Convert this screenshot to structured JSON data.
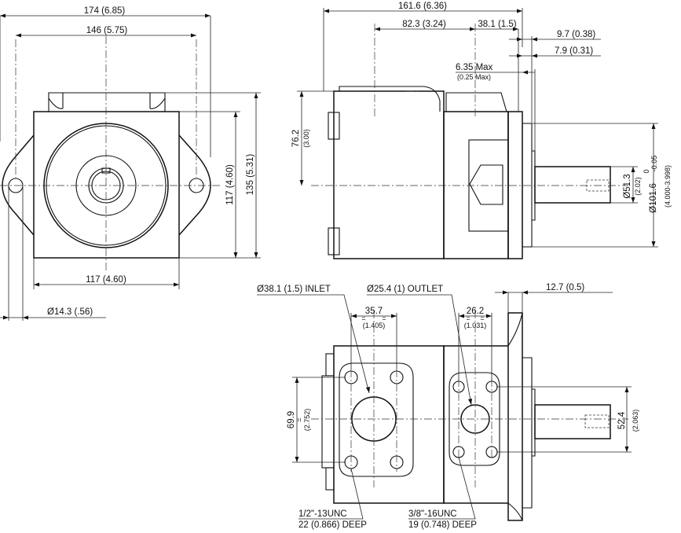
{
  "front_view": {
    "width_overall": "174 (6.85)",
    "bolt_spacing": "146 (5.75)",
    "body_height": "117 (4.60)",
    "overall_height": "135 (5.31)",
    "body_width": "117 (4.60)",
    "mount_hole": "Ø14.3 (.56)"
  },
  "side_view": {
    "overall_length": "161.6 (6.36)",
    "length_a": "82.3 (3.24)",
    "length_b": "38.1 (1.5)",
    "flange_a": "9.7 (0.38)",
    "flange_b": "7.9 (0.31)",
    "pilot_max": "6.35 Max",
    "pilot_max_in": "(0.25 Max)",
    "center_height": "76.2",
    "center_height_in": "(3.00)",
    "shaft_dia": "Ø51.3",
    "shaft_dia_in": "(2.02)",
    "pilot_dia": "Ø101.6",
    "pilot_tol_upper": "0",
    "pilot_tol_lower": "-0.05",
    "pilot_dia_in": "(4.000-3.998)"
  },
  "bottom_view": {
    "inlet": "Ø38.1 (1.5) INLET",
    "outlet": "Ø25.4 (1) OUTLET",
    "inlet_spacing": "35.7",
    "inlet_spacing_in": "(1.405)",
    "outlet_spacing": "26.2",
    "outlet_spacing_in": "(1.031)",
    "flange_thickness": "12.7 (0.5)",
    "inlet_bolt_spacing": "69.9",
    "inlet_bolt_spacing_in": "(2.752)",
    "outlet_bolt_spacing": "52.4",
    "outlet_bolt_spacing_in": "(2.063)",
    "inlet_thread": "1/2\"-13UNC",
    "inlet_thread_depth": "22 (0.866) DEEP",
    "outlet_thread": "3/8\"-16UNC",
    "outlet_thread_depth": "19 (0.748) DEEP",
    "equal_mark": "="
  }
}
